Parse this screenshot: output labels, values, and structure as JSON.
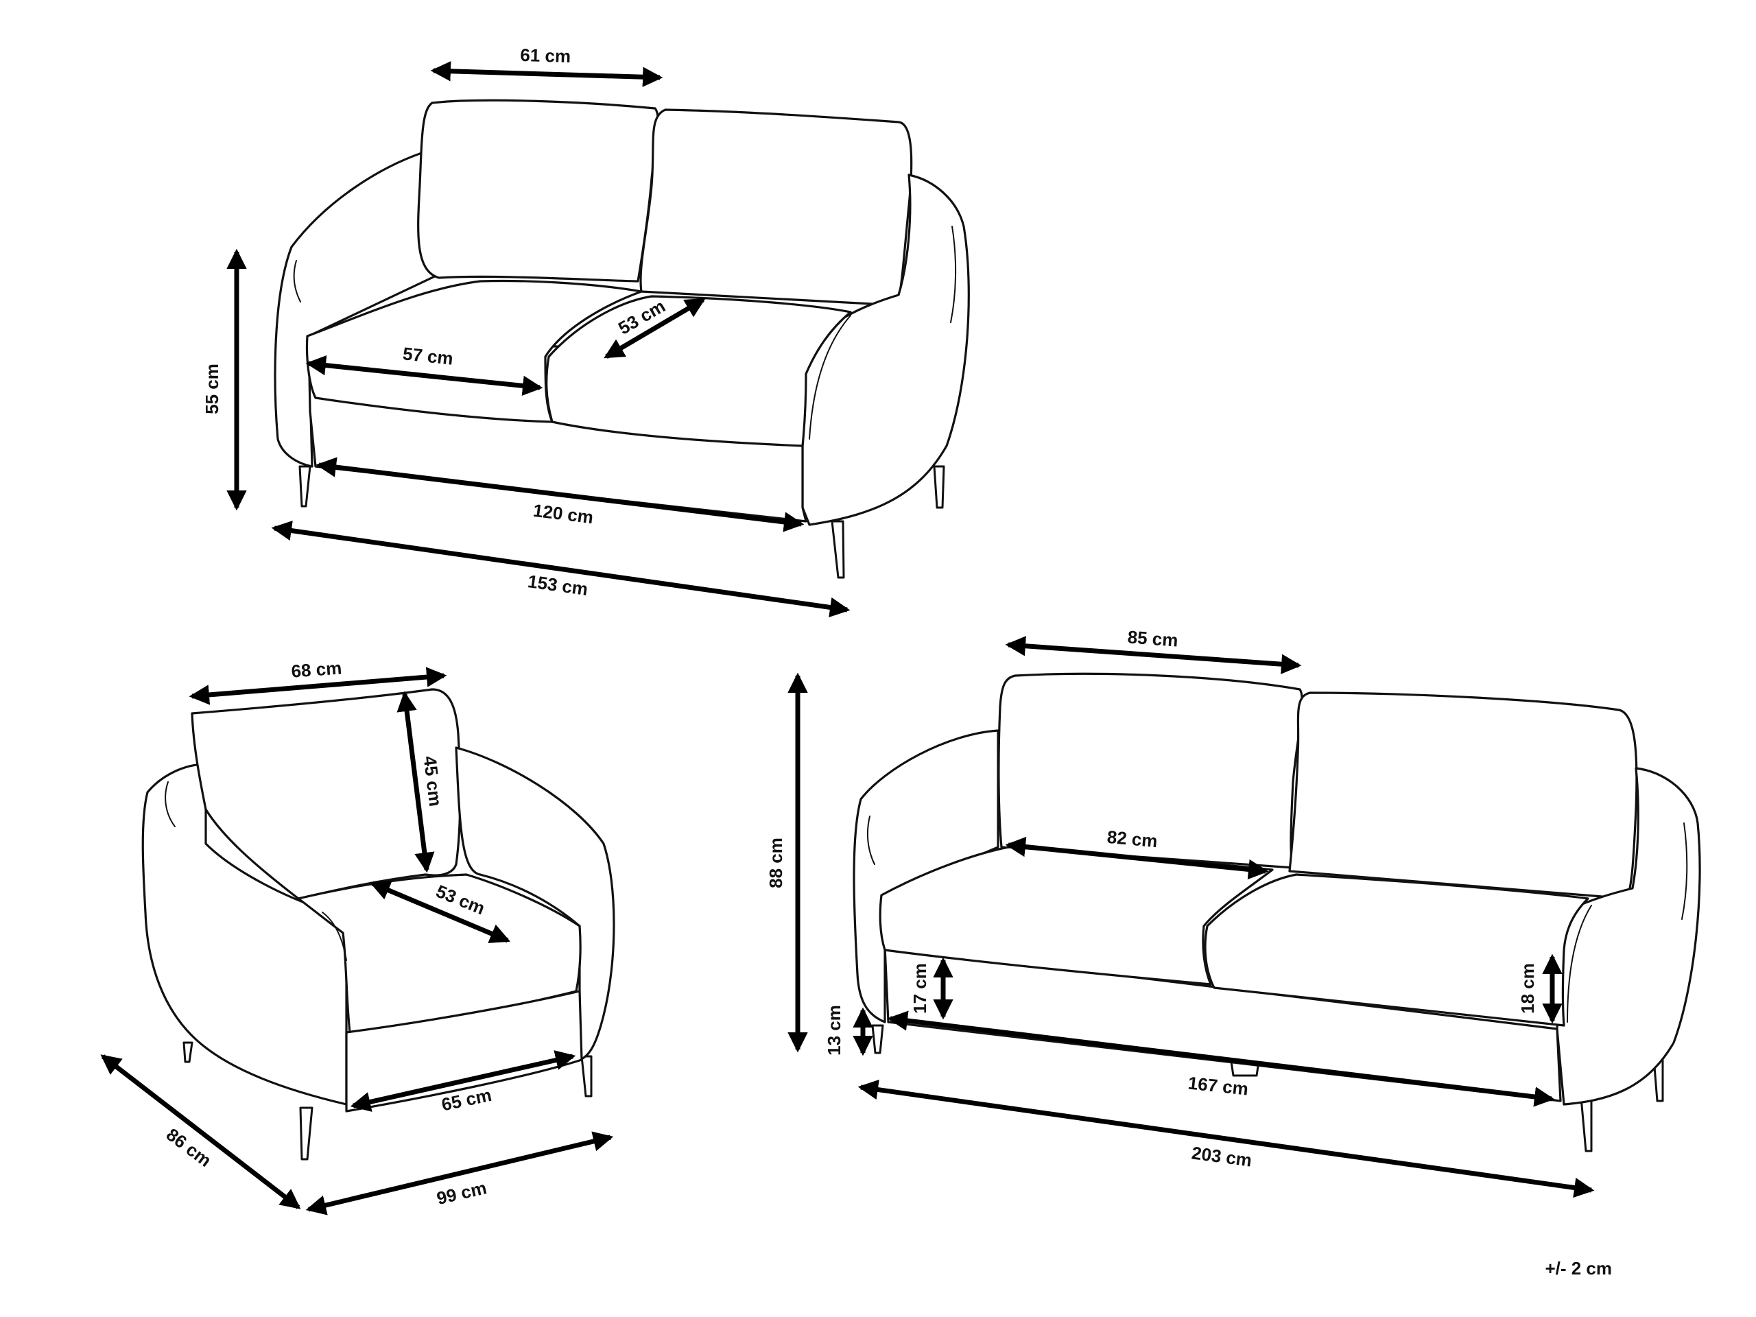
{
  "dimensions": {
    "loveseat": {
      "cushion_width": "61 cm",
      "seat_height": "55 cm",
      "seat_depth": "53 cm",
      "seat_width": "57 cm",
      "inner_width": "120 cm",
      "overall_width": "153 cm"
    },
    "armchair": {
      "cushion_width": "68 cm",
      "back_height": "45 cm",
      "seat_depth": "53 cm",
      "seat_width": "65 cm",
      "overall_depth": "86 cm",
      "overall_width": "99 cm"
    },
    "sofa": {
      "cushion_width": "85 cm",
      "overall_height": "88 cm",
      "seat_width": "82 cm",
      "seat_cushion_height_left": "17 cm",
      "seat_cushion_height_right": "18 cm",
      "leg_height": "13 cm",
      "inner_width": "167 cm",
      "overall_width": "203 cm"
    }
  },
  "tolerance": "+/- 2 cm"
}
